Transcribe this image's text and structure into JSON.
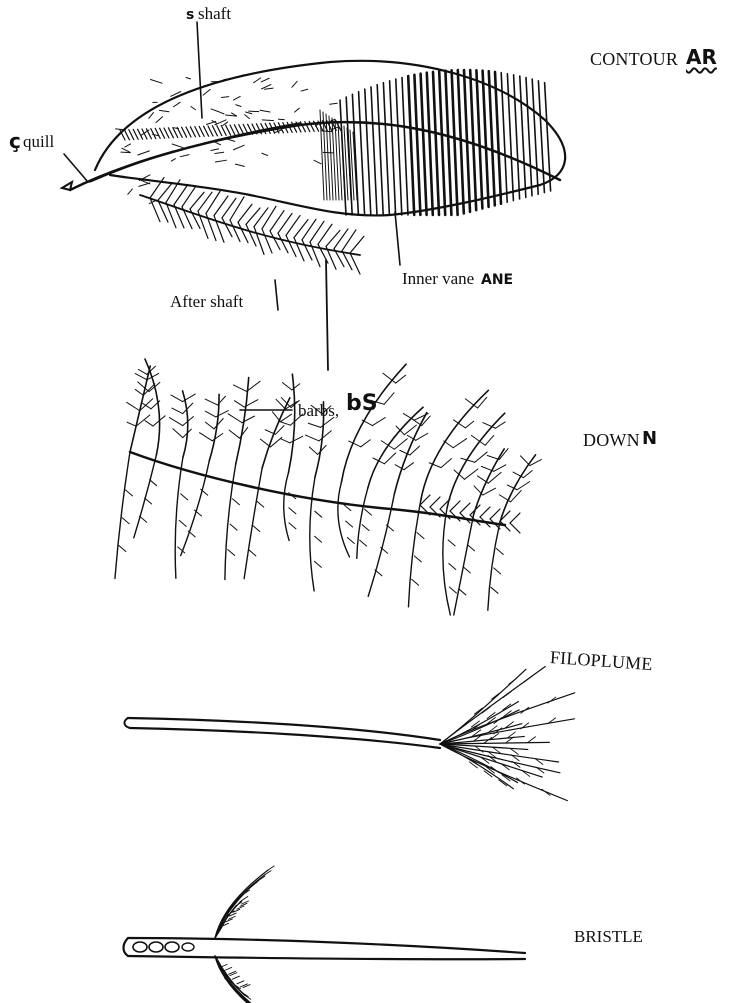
{
  "labels": {
    "shaft": "shaft",
    "shaft_mark": "s",
    "quill": "quill",
    "quill_mark": "ç",
    "inner_vane": "Inner vane",
    "inner_vane_mark": "ANE",
    "after_shaft": "After shaft",
    "barbs": "barbs,",
    "barbs_mark": "bS"
  },
  "captions": {
    "contour": "CONTOUR",
    "contour_mark": "AR",
    "down": "DOWN",
    "down_mark": "N",
    "filoplume": "FILOPLUME",
    "bristle": "BRISTLE"
  },
  "colors": {
    "ink": "#111111",
    "paper": "#ffffff"
  }
}
